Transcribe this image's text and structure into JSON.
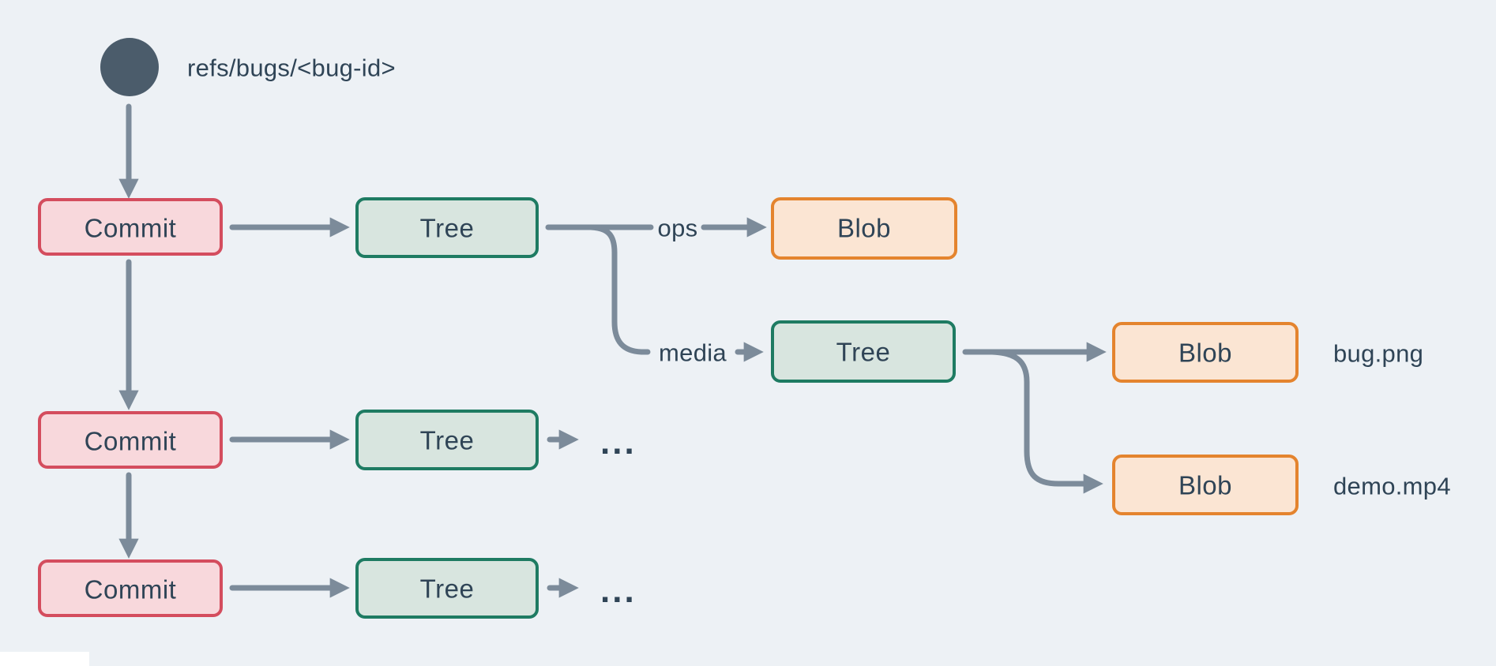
{
  "colors": {
    "background": "#edf1f5",
    "text": "#2f4456",
    "arrow": "#7c8b9a",
    "ref_node": "#4b5c6b",
    "commit_fill": "#f8d8dc",
    "commit_border": "#d44d5e",
    "tree_fill": "#d8e5df",
    "tree_border": "#1e7b62",
    "blob_fill": "#fbe5d3",
    "blob_border": "#e4842e",
    "page_edge": "#ffffff"
  },
  "ref": {
    "label": "refs/bugs/<bug-id>"
  },
  "nodes": {
    "commit1": {
      "label": "Commit"
    },
    "commit2": {
      "label": "Commit"
    },
    "commit3": {
      "label": "Commit"
    },
    "tree1": {
      "label": "Tree"
    },
    "tree2": {
      "label": "Tree"
    },
    "tree_row2": {
      "label": "Tree"
    },
    "tree_row3": {
      "label": "Tree"
    },
    "blob_ops": {
      "label": "Blob"
    },
    "blob_bug": {
      "label": "Blob"
    },
    "blob_demo": {
      "label": "Blob"
    }
  },
  "edge_labels": {
    "ops": "ops",
    "media": "media"
  },
  "file_labels": {
    "bug_png": "bug.png",
    "demo_mp4": "demo.mp4"
  },
  "ellipsis_row2": "...",
  "ellipsis_row3": "..."
}
